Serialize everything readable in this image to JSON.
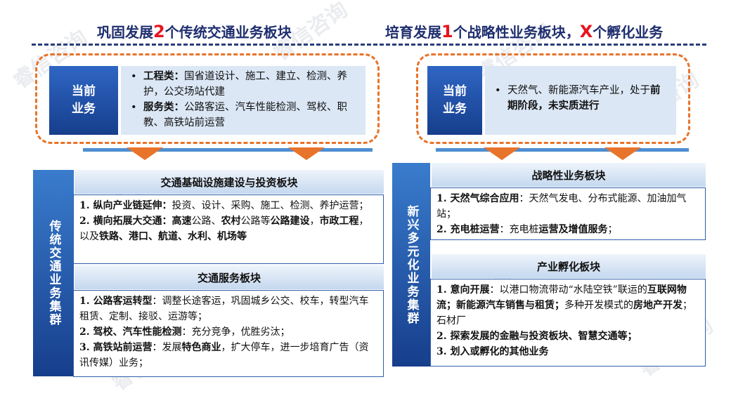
{
  "header": {
    "left_pre": "巩固发展",
    "left_num": "2",
    "left_post": "个传统交通业务板块",
    "right_pre": "培育发展",
    "right_num": "1",
    "right_mid": "个战略性业务板块，",
    "right_x": "X",
    "right_post": "个孵化业务"
  },
  "left_current": {
    "label_1": "当前",
    "label_2": "业务",
    "item1_bold": "工程类：",
    "item1_text": "国省道设计、施工、建立、检测、养护，公交场站代建",
    "item2_bold": "服务类：",
    "item2_text": "公路客运、汽车性能检测、驾校、职教、高铁站前运营"
  },
  "right_current": {
    "label_1": "当前",
    "label_2": "业务",
    "text_a": "天然气、新能源汽车产业，处于",
    "text_b": "前期阶段，未实质进行"
  },
  "left_group": {
    "side_label": "传统交通业务集群",
    "sec1_title": "交通基础设施建设与投资板块",
    "sec1_l1_bold": "1. 纵向产业链延伸：",
    "sec1_l1_text": "投资、设计、采购、施工、检测、养护运营；",
    "sec1_l2_bold": "2. 横向拓展大交通：",
    "sec1_l2_a": "高速",
    "sec1_l2_b": "公路、",
    "sec1_l2_c": "农村",
    "sec1_l2_d": "公路等",
    "sec1_l2_e": "公路建设",
    "sec1_l2_f": "，",
    "sec1_l2_g": "市政工程",
    "sec1_l2_h": "，以及",
    "sec1_l2_i": "铁路、港口、航道、水利、机场等",
    "sec2_title": "交通服务板块",
    "sec2_l1_bold": "1. 公路客运转型",
    "sec2_l1_text": "：调整长途客运，巩固城乡公交、校车，转型汽车租赁、定制、接驳、运游等；",
    "sec2_l2_bold": "2. 驾校、汽车性能检测",
    "sec2_l2_text": "：充分竞争，优胜劣汰；",
    "sec2_l3_bold": "3. 高铁站前运营",
    "sec2_l3_a": "：发展",
    "sec2_l3_b": "特色商业",
    "sec2_l3_c": "，扩大停车，进一步培育广告（资讯传媒）业务；"
  },
  "right_group": {
    "side_label": "新兴多元化业务集群",
    "sec1_title": "战略性业务板块",
    "sec1_l1_bold": "1. 天然气综合应用",
    "sec1_l1_text": "：天然气发电、分布式能源、加油加气站；",
    "sec1_l2_bold": "2. 充电桩运营",
    "sec1_l2_a": "：充电桩",
    "sec1_l2_b": "运营及增值服务",
    "sec1_l2_c": "；",
    "sec2_title": "产业孵化板块",
    "sec2_l1_bold": "1. 意向开展",
    "sec2_l1_a": "：以港口物流带动“水陆空铁”联运的",
    "sec2_l1_b": "互联网物流；新能源汽车销售与租赁；",
    "sec2_l1_c": "多种开发模式的",
    "sec2_l1_d": "房地产开发",
    "sec2_l1_e": "；石材厂",
    "sec2_l2_bold": "2. 探索发展的金融与投资板块、智慧交通等；",
    "sec2_l3_bold": "3. 划入或孵化的其他业务"
  },
  "watermark": "睿信咨询",
  "colors": {
    "accent": "#e8141e",
    "navy": "#1f2e6e",
    "blue": "#163e8c",
    "orange": "#e8732a",
    "light": "#dbe7f5"
  }
}
